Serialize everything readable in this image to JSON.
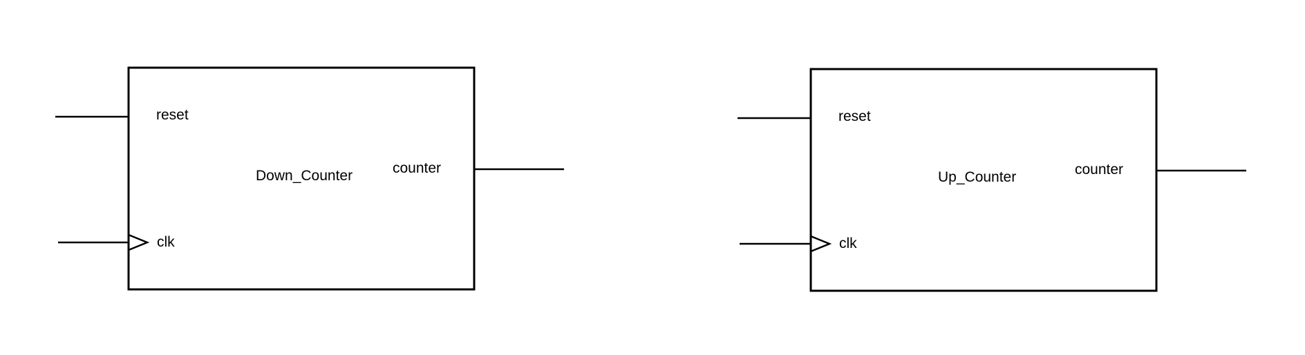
{
  "diagram": {
    "blocks": [
      {
        "name": "Down_Counter",
        "inputs": {
          "reset": "reset",
          "clk": "clk"
        },
        "outputs": {
          "counter": "counter"
        }
      },
      {
        "name": "Up_Counter",
        "inputs": {
          "reset": "reset",
          "clk": "clk"
        },
        "outputs": {
          "counter": "counter"
        }
      }
    ]
  }
}
